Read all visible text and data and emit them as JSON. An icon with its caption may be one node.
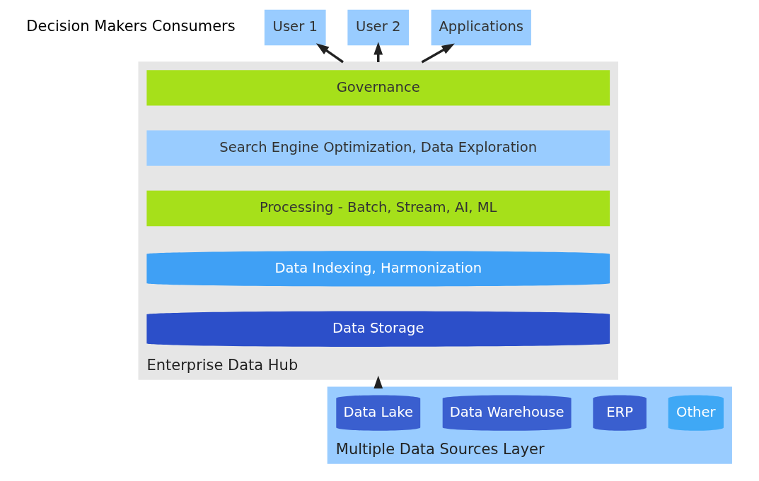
{
  "diagram": {
    "nodes": [
      {
        "text": [
          "User 1"
        ]
      },
      {
        "text": [
          "User 2"
        ]
      },
      {
        "text": [
          "Applications"
        ]
      },
      {
        "text": [
          "Enterprise Data Hub"
        ]
      },
      {
        "text": [
          "Governance"
        ],
        "in": 3
      },
      {
        "text": [
          "Search Engine Optimization, Data Exploration"
        ],
        "in": 3
      },
      {
        "text": [
          "Processing - Batch, Stream, AI, ML"
        ],
        "in": 3
      },
      {
        "text": [
          "Data Indexing, Harmonization"
        ],
        "in": 3
      },
      {
        "text": [
          "Data Storage"
        ],
        "in": 3
      },
      {
        "text": [
          "Multiple Data Sources Layer"
        ]
      },
      {
        "text": [
          "Data Lake"
        ],
        "in": 9
      },
      {
        "text": [
          "Data Warehouse"
        ],
        "in": 9
      },
      {
        "text": [
          "ERP"
        ],
        "in": 9
      },
      {
        "text": [
          "Other"
        ],
        "in": 9
      }
    ],
    "edges": [
      {
        "from": 3,
        "to": 0,
        "arrow": "to"
      },
      {
        "from": 3,
        "to": 1,
        "arrow": "to"
      },
      {
        "from": 3,
        "to": 2,
        "arrow": "to"
      },
      {
        "from": 9,
        "to": 3,
        "arrow": "to"
      }
    ],
    "labels": [
      "Decision Makers Consumers"
    ]
  }
}
